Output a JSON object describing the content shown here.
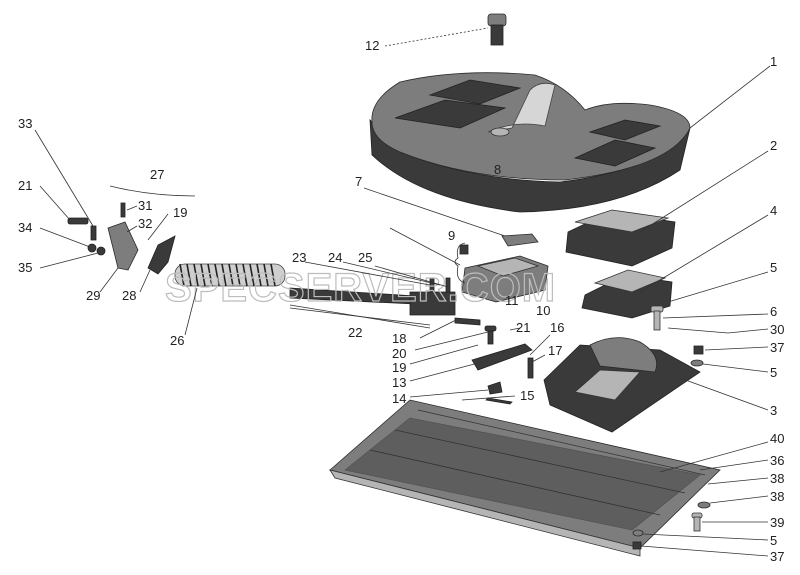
{
  "watermark": "SPECSERVER.COM",
  "labels": {
    "l1": "1",
    "l2": "2",
    "l3": "3",
    "l4": "4",
    "l5a": "5",
    "l5b": "5",
    "l5c": "5",
    "l6": "6",
    "l7": "7",
    "l8": "8",
    "l9": "9",
    "l10": "10",
    "l11": "11",
    "l12": "12",
    "l13": "13",
    "l14": "14",
    "l15": "15",
    "l16": "16",
    "l17": "17",
    "l18": "18",
    "l19a": "19",
    "l19b": "19",
    "l20": "20",
    "l21a": "21",
    "l21b": "21",
    "l22": "22",
    "l23": "23",
    "l24": "24",
    "l25": "25",
    "l26": "26",
    "l27": "27",
    "l28": "28",
    "l29": "29",
    "l30": "30",
    "l31": "31",
    "l32": "32",
    "l33": "33",
    "l34": "34",
    "l35": "35",
    "l36": "36",
    "l37a": "37",
    "l37b": "37",
    "l38a": "38",
    "l38b": "38",
    "l39": "39",
    "l40": "40"
  }
}
